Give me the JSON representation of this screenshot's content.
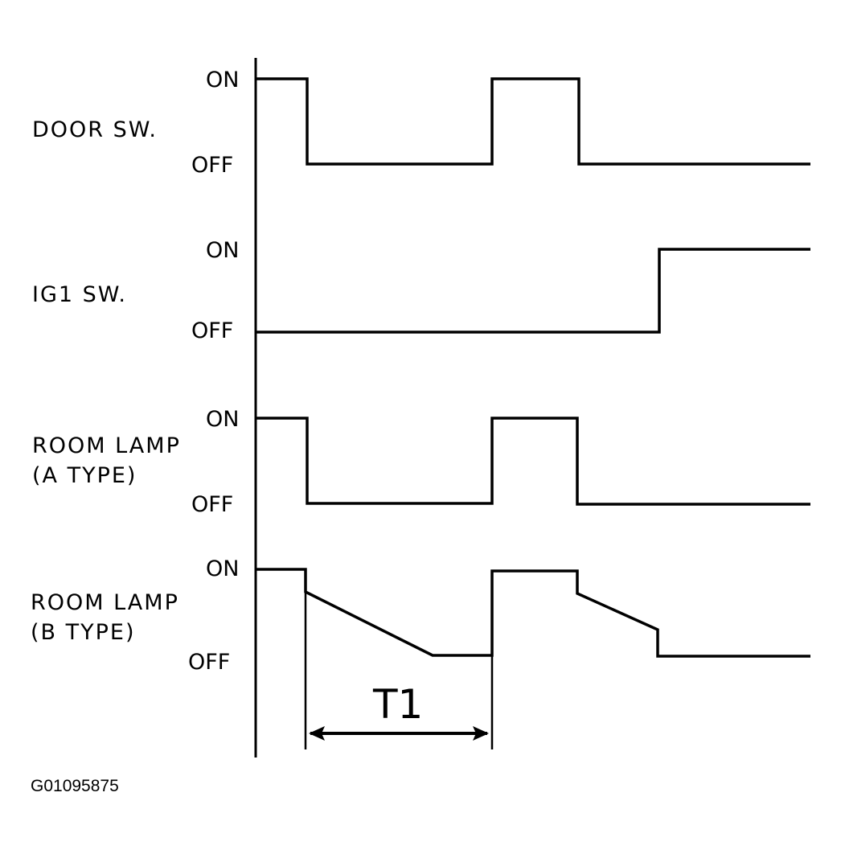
{
  "signals": [
    {
      "id": "door",
      "label_lines": [
        "DOOR SW."
      ],
      "on_text": "ON",
      "off_text": "OFF"
    },
    {
      "id": "ig1",
      "label_lines": [
        "IG1 SW."
      ],
      "on_text": "ON",
      "off_text": "OFF"
    },
    {
      "id": "lamp-a",
      "label_lines": [
        "ROOM LAMP",
        "(A TYPE)"
      ],
      "on_text": "ON",
      "off_text": "OFF"
    },
    {
      "id": "lamp-b",
      "label_lines": [
        "ROOM LAMP",
        "(B TYPE)"
      ],
      "on_text": "ON",
      "off_text": "OFF"
    }
  ],
  "interval_label": "T1",
  "figure_id": "G01095875"
}
